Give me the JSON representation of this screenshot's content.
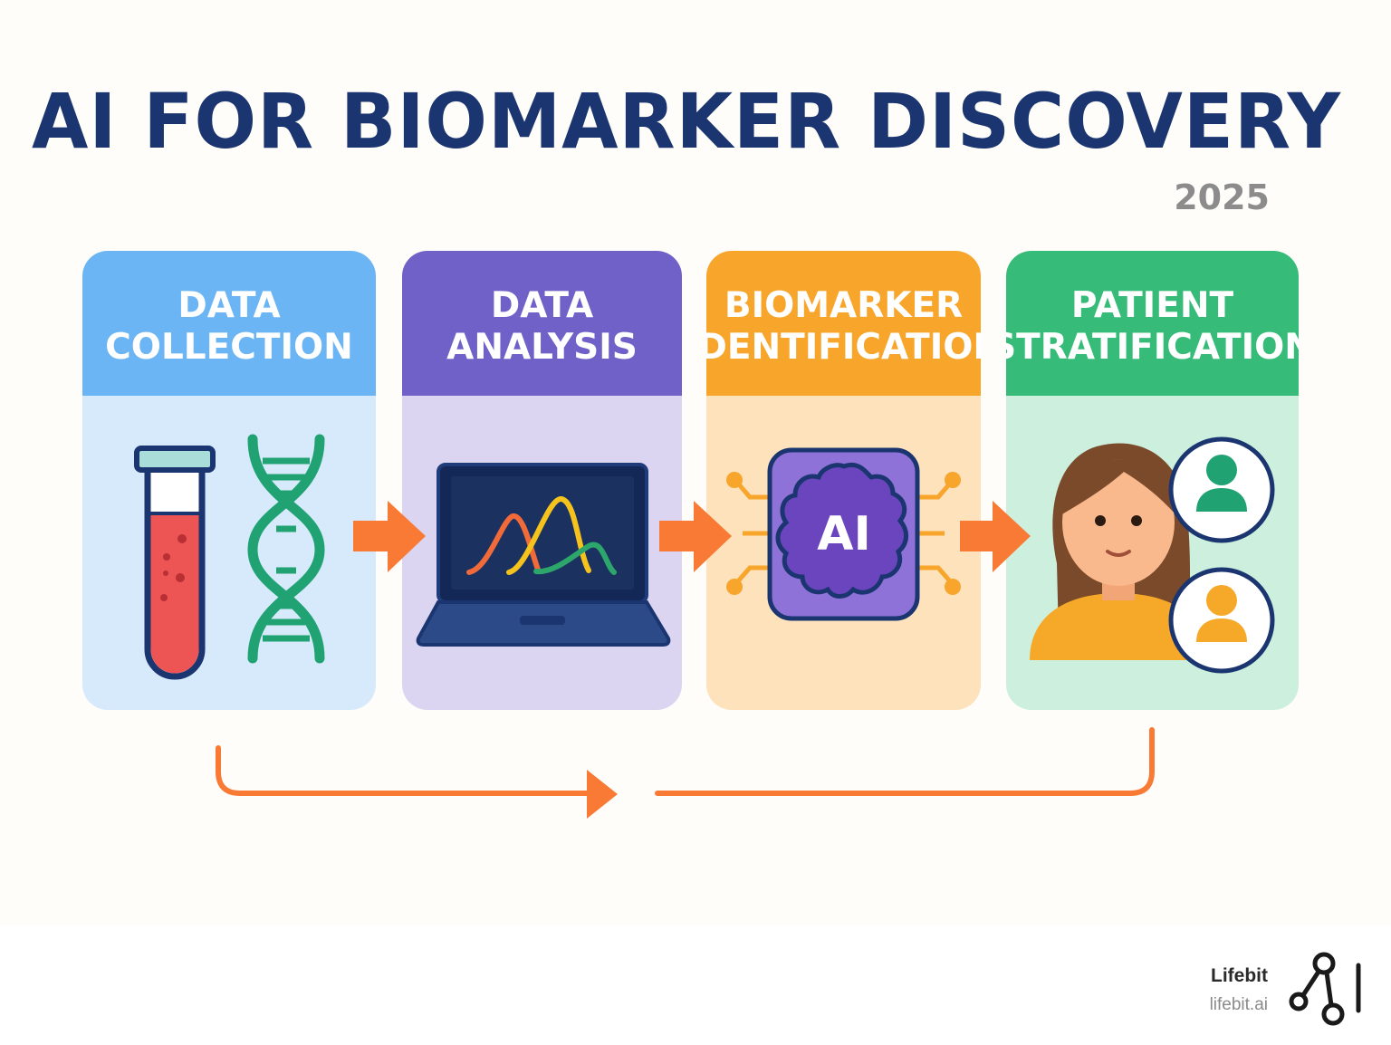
{
  "title": "AI FOR BIOMARKER DISCOVERY",
  "year": "2025",
  "steps": [
    {
      "line1": "DATA",
      "line2": "COLLECTION",
      "color": "#6bb5f4",
      "icons": [
        "test-tube-icon",
        "dna-icon"
      ]
    },
    {
      "line1": "DATA",
      "line2": "ANALYSIS",
      "color": "#6f61c8",
      "icons": [
        "laptop-chart-icon"
      ]
    },
    {
      "line1": "BIOMARKER",
      "line2": "IDENTIFICATION",
      "color": "#f8a52c",
      "icons": [
        "ai-brain-chip-icon"
      ]
    },
    {
      "line1": "PATIENT",
      "line2": "STRATIFICATION",
      "color": "#36bc78",
      "icons": [
        "patient-icon",
        "user-icon"
      ]
    }
  ],
  "chip_label": "AI",
  "arrow_color": "#f97a35",
  "brand": {
    "name": "Lifebit",
    "url": "lifebit.ai"
  }
}
